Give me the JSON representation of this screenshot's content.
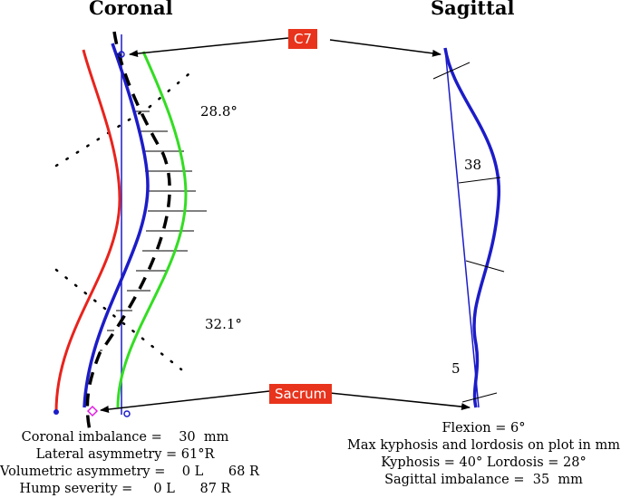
{
  "titles": {
    "coronal": "Coronal",
    "sagittal": "Sagittal"
  },
  "markers": {
    "c7": "C7",
    "sacrum": "Sacrum"
  },
  "angles": {
    "upper": "28.8°",
    "lower": "32.1°",
    "sag_mid": "38",
    "sag_low": "5"
  },
  "coronal_info": {
    "line1": "Coronal imbalance =    30  mm",
    "line2": "Lateral asymmetry = 61°R",
    "line3": "Volumetric asymmetry =    0 L      68 R",
    "line4": "Hump severity =     0 L      87 R"
  },
  "sagittal_info": {
    "line1": "Flexion = 6°",
    "line2": "Max kyphosis and lordosis on plot in mm",
    "line3": "Kyphosis = 40° Lordosis = 28°",
    "line4": "Sagittal imbalance =  35  mm"
  },
  "colors": {
    "red": "#e8231c",
    "blue": "#1c1cc8",
    "green": "#33dd22",
    "tag_bg": "#e8341c"
  }
}
